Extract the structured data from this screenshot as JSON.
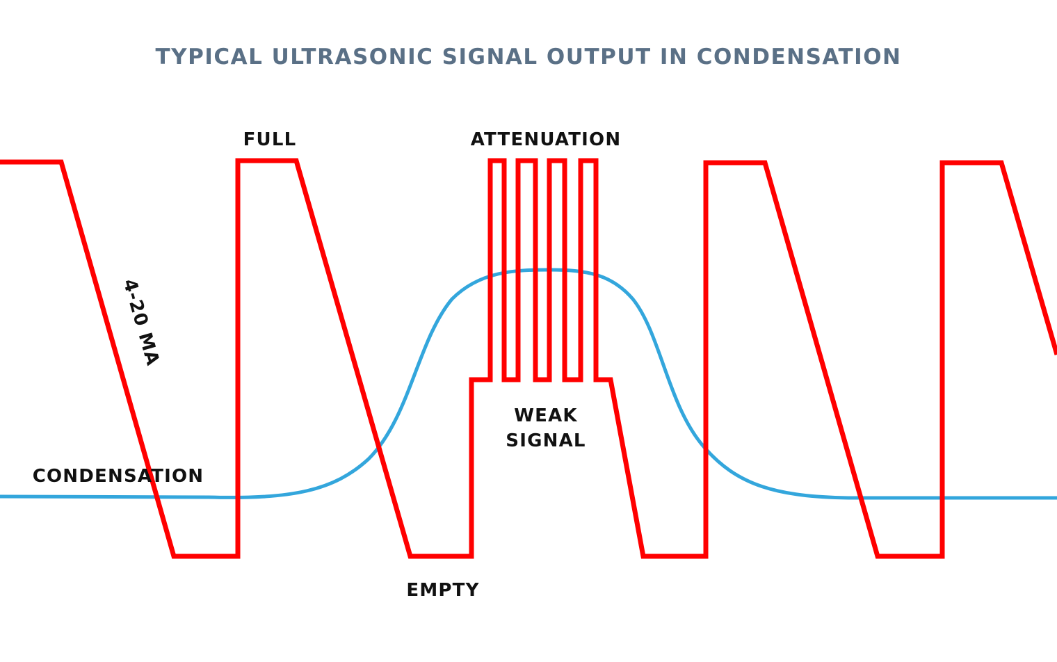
{
  "title": "TYPICAL ULTRASONIC SIGNAL OUTPUT IN CONDENSATION",
  "labels": {
    "full": "FULL",
    "attenuation": "ATTENUATION",
    "current_loop": "4-20 MA",
    "weak_signal_line1": "WEAK",
    "weak_signal_line2": "SIGNAL",
    "condensation": "CONDENSATION",
    "empty": "EMPTY"
  },
  "colors": {
    "title": "#5a7086",
    "label": "#111111",
    "signal_output": "#ff0000",
    "condensation_curve": "#33a6dc",
    "background": "#ffffff"
  }
}
